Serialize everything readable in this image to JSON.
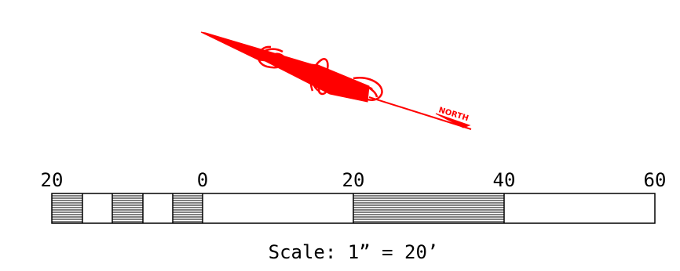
{
  "north_arrow": {
    "color": "#ff0000",
    "icon": "north-arrow-icon",
    "word": "NORTH"
  },
  "scale_bar": {
    "tick_labels": [
      "20",
      "0",
      "20",
      "40",
      "60"
    ],
    "caption": "Scale: 1” = 20’",
    "line_color": "#000000"
  }
}
